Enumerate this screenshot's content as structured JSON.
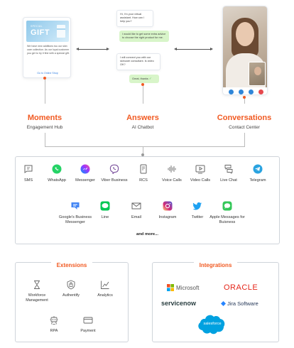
{
  "moments_card": {
    "banner_small": "SPECIAL",
    "banner_big": "GIFT",
    "message": "We have new additions tou our skin care collection. As our loyal customer you get to try it first with a special gift.",
    "link": "Go to Online Shop"
  },
  "chat": {
    "messages": [
      {
        "from": "bot",
        "text": "Hi, I'm your virtual assistant. How can I help you?"
      },
      {
        "from": "user",
        "text": "I would like to get some extra advice to choose the right product for me."
      },
      {
        "from": "bot",
        "text": "I will connect you with our skincare consultant. Is video OK?"
      },
      {
        "from": "user",
        "text": "Great, thanks"
      }
    ]
  },
  "sections": [
    {
      "title": "Moments",
      "subtitle": "Engagement Hub",
      "color": "#f15a22"
    },
    {
      "title": "Answers",
      "subtitle": "AI Chatbot",
      "color": "#f15a22"
    },
    {
      "title": "Conversations",
      "subtitle": "Contact Center",
      "color": "#f15a22"
    }
  ],
  "channels": {
    "row1": [
      {
        "label": "SMS",
        "icon": "sms-icon"
      },
      {
        "label": "WhatsApp",
        "icon": "whatsapp-icon"
      },
      {
        "label": "Messenger",
        "icon": "messenger-icon"
      },
      {
        "label": "Viber Business",
        "icon": "viber-icon"
      },
      {
        "label": "RCS",
        "icon": "rcs-icon"
      },
      {
        "label": "Voice Calls",
        "icon": "voice-calls-icon"
      },
      {
        "label": "Video Calls",
        "icon": "video-calls-icon"
      },
      {
        "label": "Live Chat",
        "icon": "live-chat-icon"
      },
      {
        "label": "Telegram",
        "icon": "telegram-icon"
      }
    ],
    "row2": [
      {
        "label": "Google's Business Messenger",
        "icon": "google-business-messages-icon"
      },
      {
        "label": "Line",
        "icon": "line-icon"
      },
      {
        "label": "Email",
        "icon": "email-icon"
      },
      {
        "label": "Instagram",
        "icon": "instagram-icon"
      },
      {
        "label": "Twitter",
        "icon": "twitter-icon"
      },
      {
        "label": "Apple Messages for Buisness",
        "icon": "apple-messages-icon"
      }
    ],
    "more": "and more..."
  },
  "extensions": {
    "title": "Extensions",
    "items": [
      {
        "label": "Workforce Management",
        "icon": "hourglass-icon"
      },
      {
        "label": "Authentify",
        "icon": "shield-icon"
      },
      {
        "label": "Analytics",
        "icon": "analytics-icon"
      },
      {
        "label": "RPA",
        "icon": "rpa-icon"
      },
      {
        "label": "Payment",
        "icon": "payment-card-icon"
      }
    ]
  },
  "integrations": {
    "title": "Integrations",
    "logos": {
      "microsoft": "Microsoft",
      "oracle": "ORACLE",
      "servicenow": "servicenow",
      "jira": "Jira Software",
      "salesforce": "salesforce"
    }
  },
  "colors": {
    "accent": "#f15a22",
    "whatsapp": "#25d366",
    "telegram": "#2aa3e0",
    "line": "#06c755",
    "twitter": "#1da1f2",
    "apple_messages": "#34c759"
  }
}
